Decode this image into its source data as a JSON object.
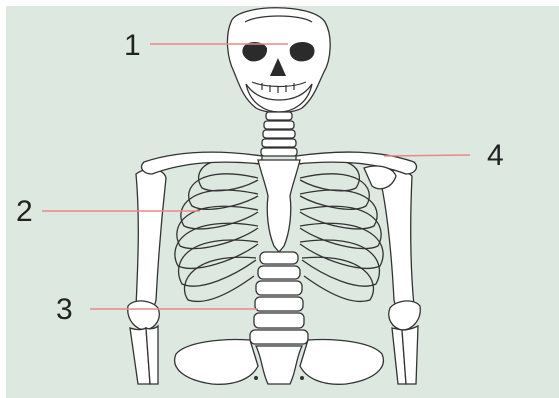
{
  "diagram": {
    "background": "#dde8e0",
    "leader_color": "#e8888a",
    "callouts": [
      {
        "id": "1",
        "label": "1"
      },
      {
        "id": "2",
        "label": "2"
      },
      {
        "id": "3",
        "label": "3"
      },
      {
        "id": "4",
        "label": "4"
      }
    ]
  }
}
